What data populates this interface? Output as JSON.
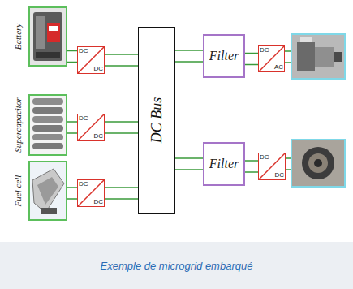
{
  "diagram": {
    "caption": "Exemple de microgrid embarqué",
    "nodes": [
      {
        "text": [
          "Battery"
        ]
      },
      {
        "text": [
          "DC",
          "DC"
        ]
      },
      {
        "text": [
          "Supercapacitor"
        ]
      },
      {
        "text": [
          "DC",
          "DC"
        ]
      },
      {
        "text": [
          "Fuel cell"
        ]
      },
      {
        "text": [
          "DC",
          "DC"
        ]
      },
      {
        "text": [
          "DC Bus"
        ]
      },
      {
        "text": [
          "Filter"
        ]
      },
      {
        "text": [
          "DC",
          "AC"
        ]
      },
      {
        "text": [
          "Filter"
        ]
      },
      {
        "text": [
          "DC",
          "DC"
        ]
      }
    ],
    "edges": [
      {
        "from": 0,
        "to": 1,
        "arrow": "none"
      },
      {
        "from": 2,
        "to": 3,
        "arrow": "none"
      },
      {
        "from": 4,
        "to": 5,
        "arrow": "none"
      },
      {
        "from": 1,
        "to": 6,
        "arrow": "none"
      },
      {
        "from": 3,
        "to": 6,
        "arrow": "none"
      },
      {
        "from": 5,
        "to": 6,
        "arrow": "none"
      },
      {
        "from": 6,
        "to": 7,
        "arrow": "none"
      },
      {
        "from": 7,
        "to": 8,
        "arrow": "none"
      },
      {
        "from": 6,
        "to": 9,
        "arrow": "none"
      },
      {
        "from": 9,
        "to": 10,
        "arrow": "none"
      }
    ]
  }
}
